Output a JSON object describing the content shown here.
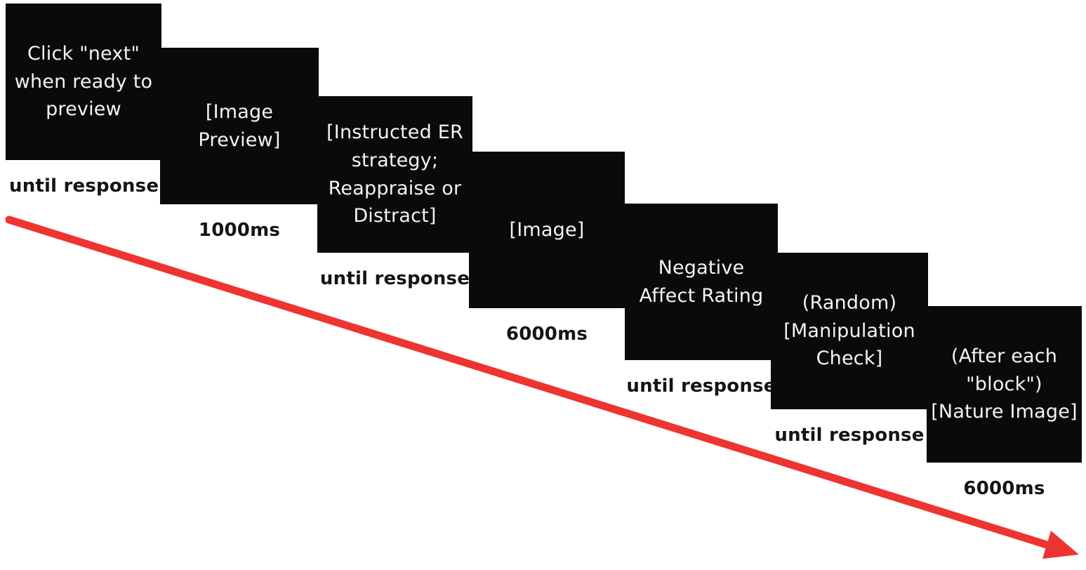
{
  "diagram": {
    "description": "Trial sequence flow of experimental task screens",
    "colors": {
      "background": "#ffffff",
      "box_bg": "#0a0a0a",
      "box_text": "#f4f4f4",
      "label": "#141414",
      "arrow": "#ee3431"
    },
    "steps": [
      {
        "text": "Click \"next\"\nwhen ready to\npreview",
        "duration": "until response"
      },
      {
        "text": "[Image\nPreview]",
        "duration": "1000ms"
      },
      {
        "text": "[Instructed ER\nstrategy;\nReappraise or\nDistract]",
        "duration": "until response"
      },
      {
        "text": "[Image]",
        "duration": "6000ms"
      },
      {
        "text": "Negative\nAffect Rating",
        "duration": "until response"
      },
      {
        "text": "(Random)\n[Manipulation\nCheck]",
        "duration": "until response"
      },
      {
        "text": "(After each\n\"block\")\n[Nature Image]",
        "duration": "6000ms"
      }
    ]
  }
}
